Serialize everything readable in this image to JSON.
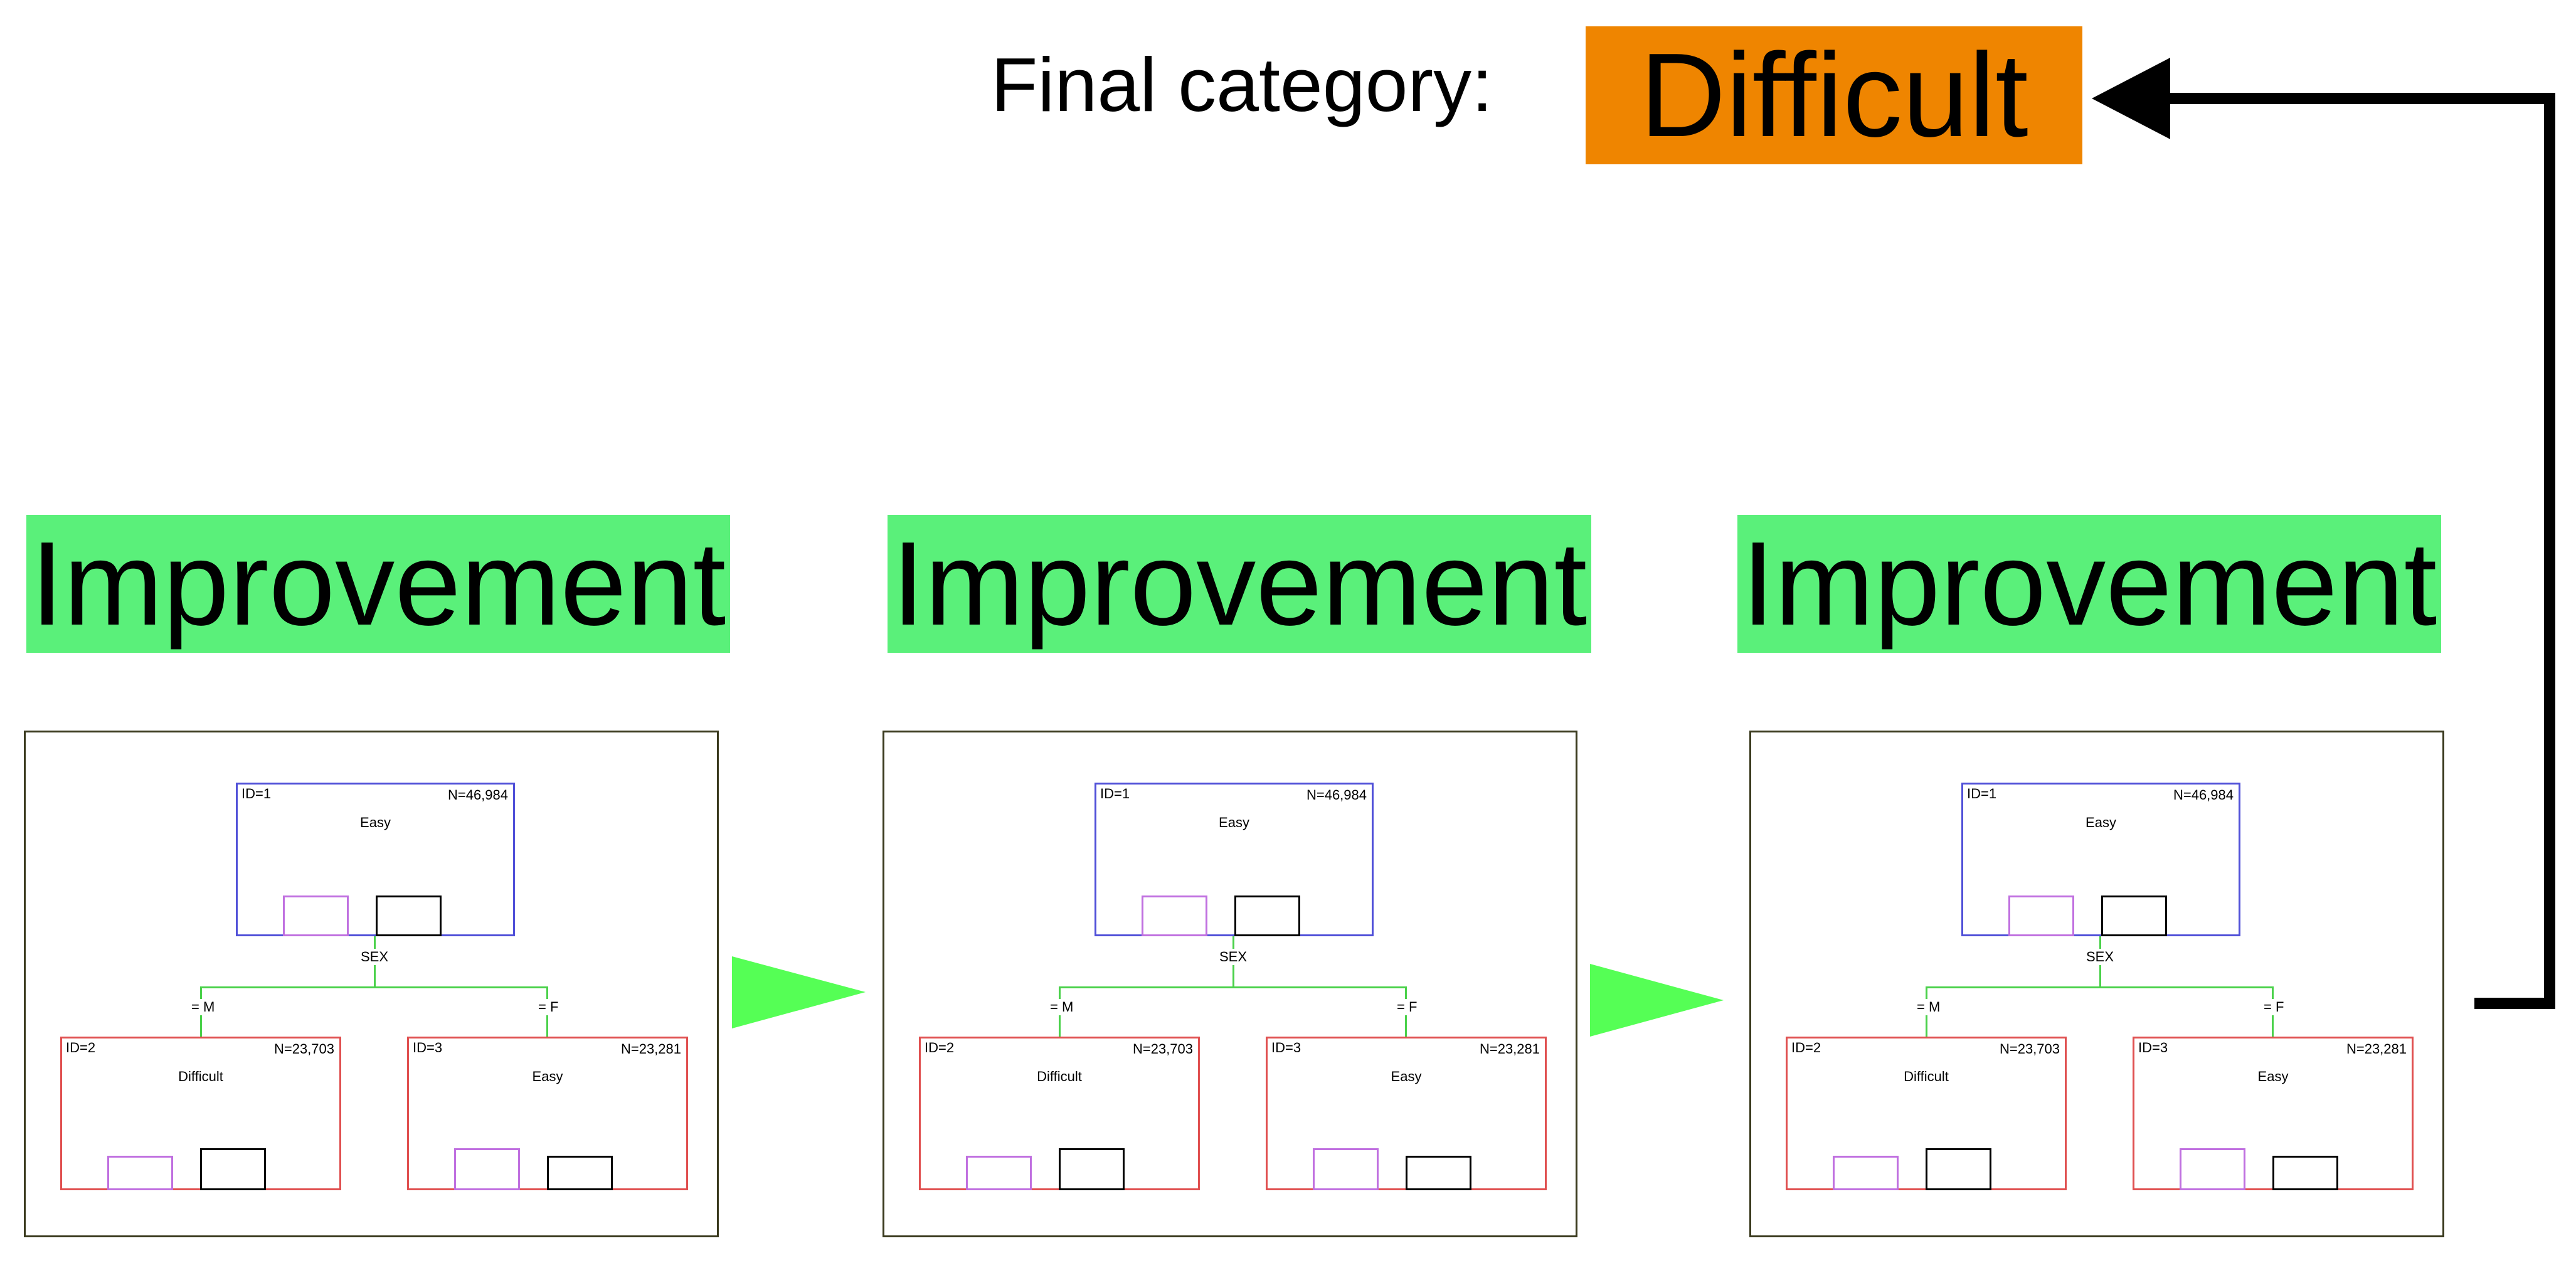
{
  "final": {
    "label": "Final category:",
    "value": "Difficult",
    "box_color": "#ef8500"
  },
  "stages": [
    {
      "label": "Improvement",
      "tree_ref": "tree"
    },
    {
      "label": "Improvement",
      "tree_ref": "tree"
    },
    {
      "label": "Improvement",
      "tree_ref": "tree"
    }
  ],
  "stage_color": "#5af07a",
  "arrow_color": "#55ff55",
  "tree": {
    "root": {
      "id": "ID=1",
      "n": "N=46,984",
      "label": "Easy"
    },
    "split_variable": "SEX",
    "left_branch": "= M",
    "right_branch": "= F",
    "left": {
      "id": "ID=2",
      "n": "N=23,703",
      "label": "Difficult"
    },
    "right": {
      "id": "ID=3",
      "n": "N=23,281",
      "label": "Easy"
    }
  },
  "colors": {
    "root_border": "#5050d8",
    "leaf_border": "#e05050",
    "edge": "#4ad14a",
    "bar_purple": "#c070e0",
    "bar_black": "#000000"
  }
}
